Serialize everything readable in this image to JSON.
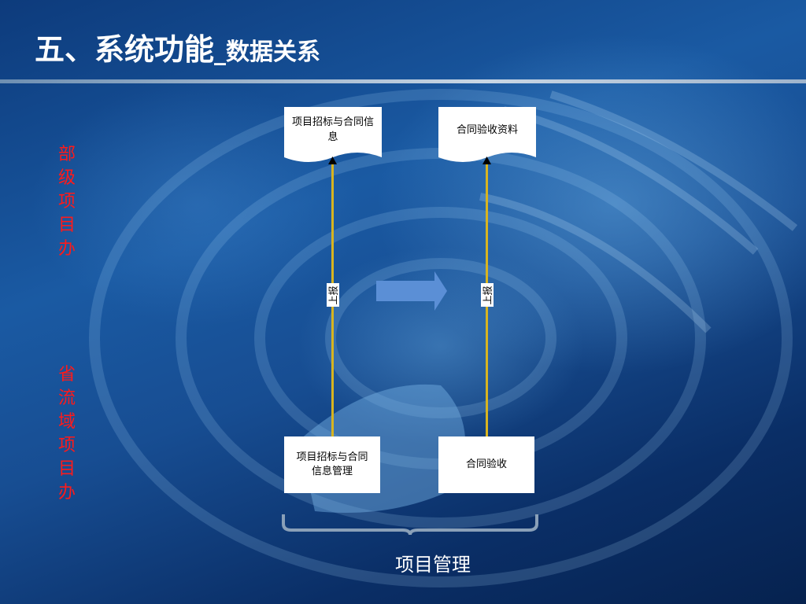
{
  "title": {
    "main": "五、系统功能",
    "sub": "_数据关系"
  },
  "levels": {
    "top": "部级项目办",
    "bottom": "省流域项目办"
  },
  "documents": {
    "left": "项目招标与合同信息",
    "right": "合同验收资料"
  },
  "processes": {
    "left": "项目招标与合同信息管理",
    "right": "合同验收"
  },
  "arrows": {
    "left_label": "上报",
    "right_label": "上报"
  },
  "group_label": "项目管理",
  "colors": {
    "accent_red": "#ff1a1a",
    "line_gold": "#d8b420",
    "arrow_blue": "#5b8fd6"
  }
}
